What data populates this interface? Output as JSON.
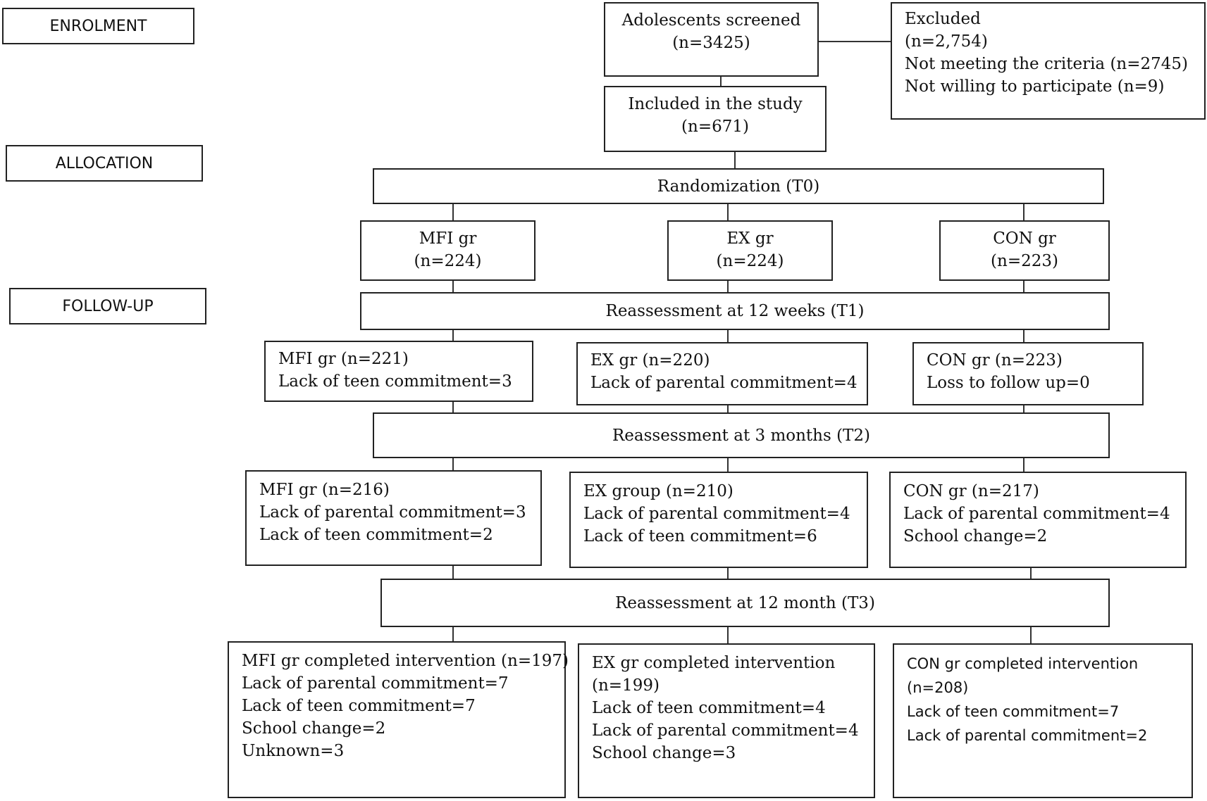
{
  "phases": {
    "enrolment": "ENROLMENT",
    "allocation": "ALLOCATION",
    "follow_up": "FOLLOW-UP"
  },
  "screened": [
    "Adolescents screened",
    "(n=3425)"
  ],
  "excluded": [
    "Excluded",
    "(n=2,754)",
    "Not meeting the criteria (n=2745)",
    "Not willing to participate (n=9)"
  ],
  "included": [
    "Included in the study",
    "(n=671)"
  ],
  "randomization": "Randomization (T0)",
  "allocation_groups": [
    [
      "MFI gr",
      "(n=224)"
    ],
    [
      "EX gr",
      "(n=224)"
    ],
    [
      "CON gr",
      "(n=223)"
    ]
  ],
  "t1": {
    "label": "Reassessment at 12 weeks (T1)",
    "groups": [
      [
        "MFI gr (n=221)",
        "Lack of teen commitment=3"
      ],
      [
        "EX gr (n=220)",
        "Lack of parental commitment=4"
      ],
      [
        "CON gr (n=223)",
        "Loss to follow up=0"
      ]
    ]
  },
  "t2": {
    "label": "Reassessment at 3 months (T2)",
    "groups": [
      [
        "MFI gr (n=216)",
        "Lack of parental commitment=3",
        "Lack of teen commitment=2"
      ],
      [
        "EX group (n=210)",
        "Lack of parental commitment=4",
        "Lack of teen commitment=6"
      ],
      [
        "CON gr (n=217)",
        "Lack of parental commitment=4",
        "School change=2"
      ]
    ]
  },
  "t3": {
    "label": "Reassessment at 12 month (T3)",
    "groups": [
      [
        "MFI gr completed intervention (n=197)",
        "Lack of parental commitment=7",
        "Lack of teen commitment=7",
        "School change=2",
        "Unknown=3"
      ],
      [
        "EX gr completed intervention",
        "(n=199)",
        "Lack of teen commitment=4",
        "Lack of parental commitment=4",
        "School change=3"
      ],
      [
        "CON gr completed intervention",
        "(n=208)",
        "Lack of teen commitment=7",
        "Lack of parental commitment=2"
      ]
    ]
  }
}
